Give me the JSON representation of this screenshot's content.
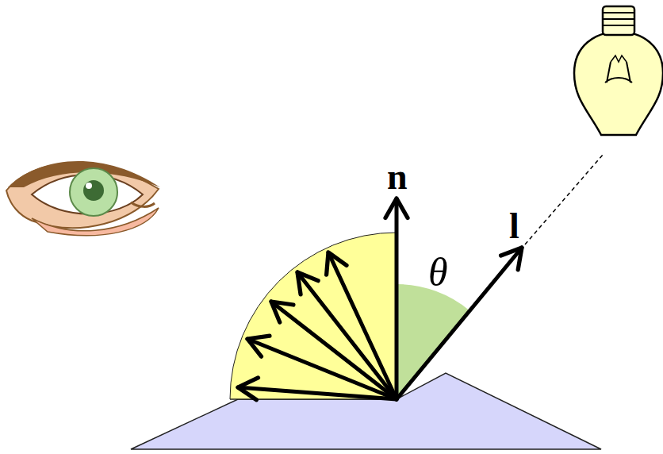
{
  "diagram": {
    "labels": [
      "n",
      "l",
      "θ"
    ]
  }
}
